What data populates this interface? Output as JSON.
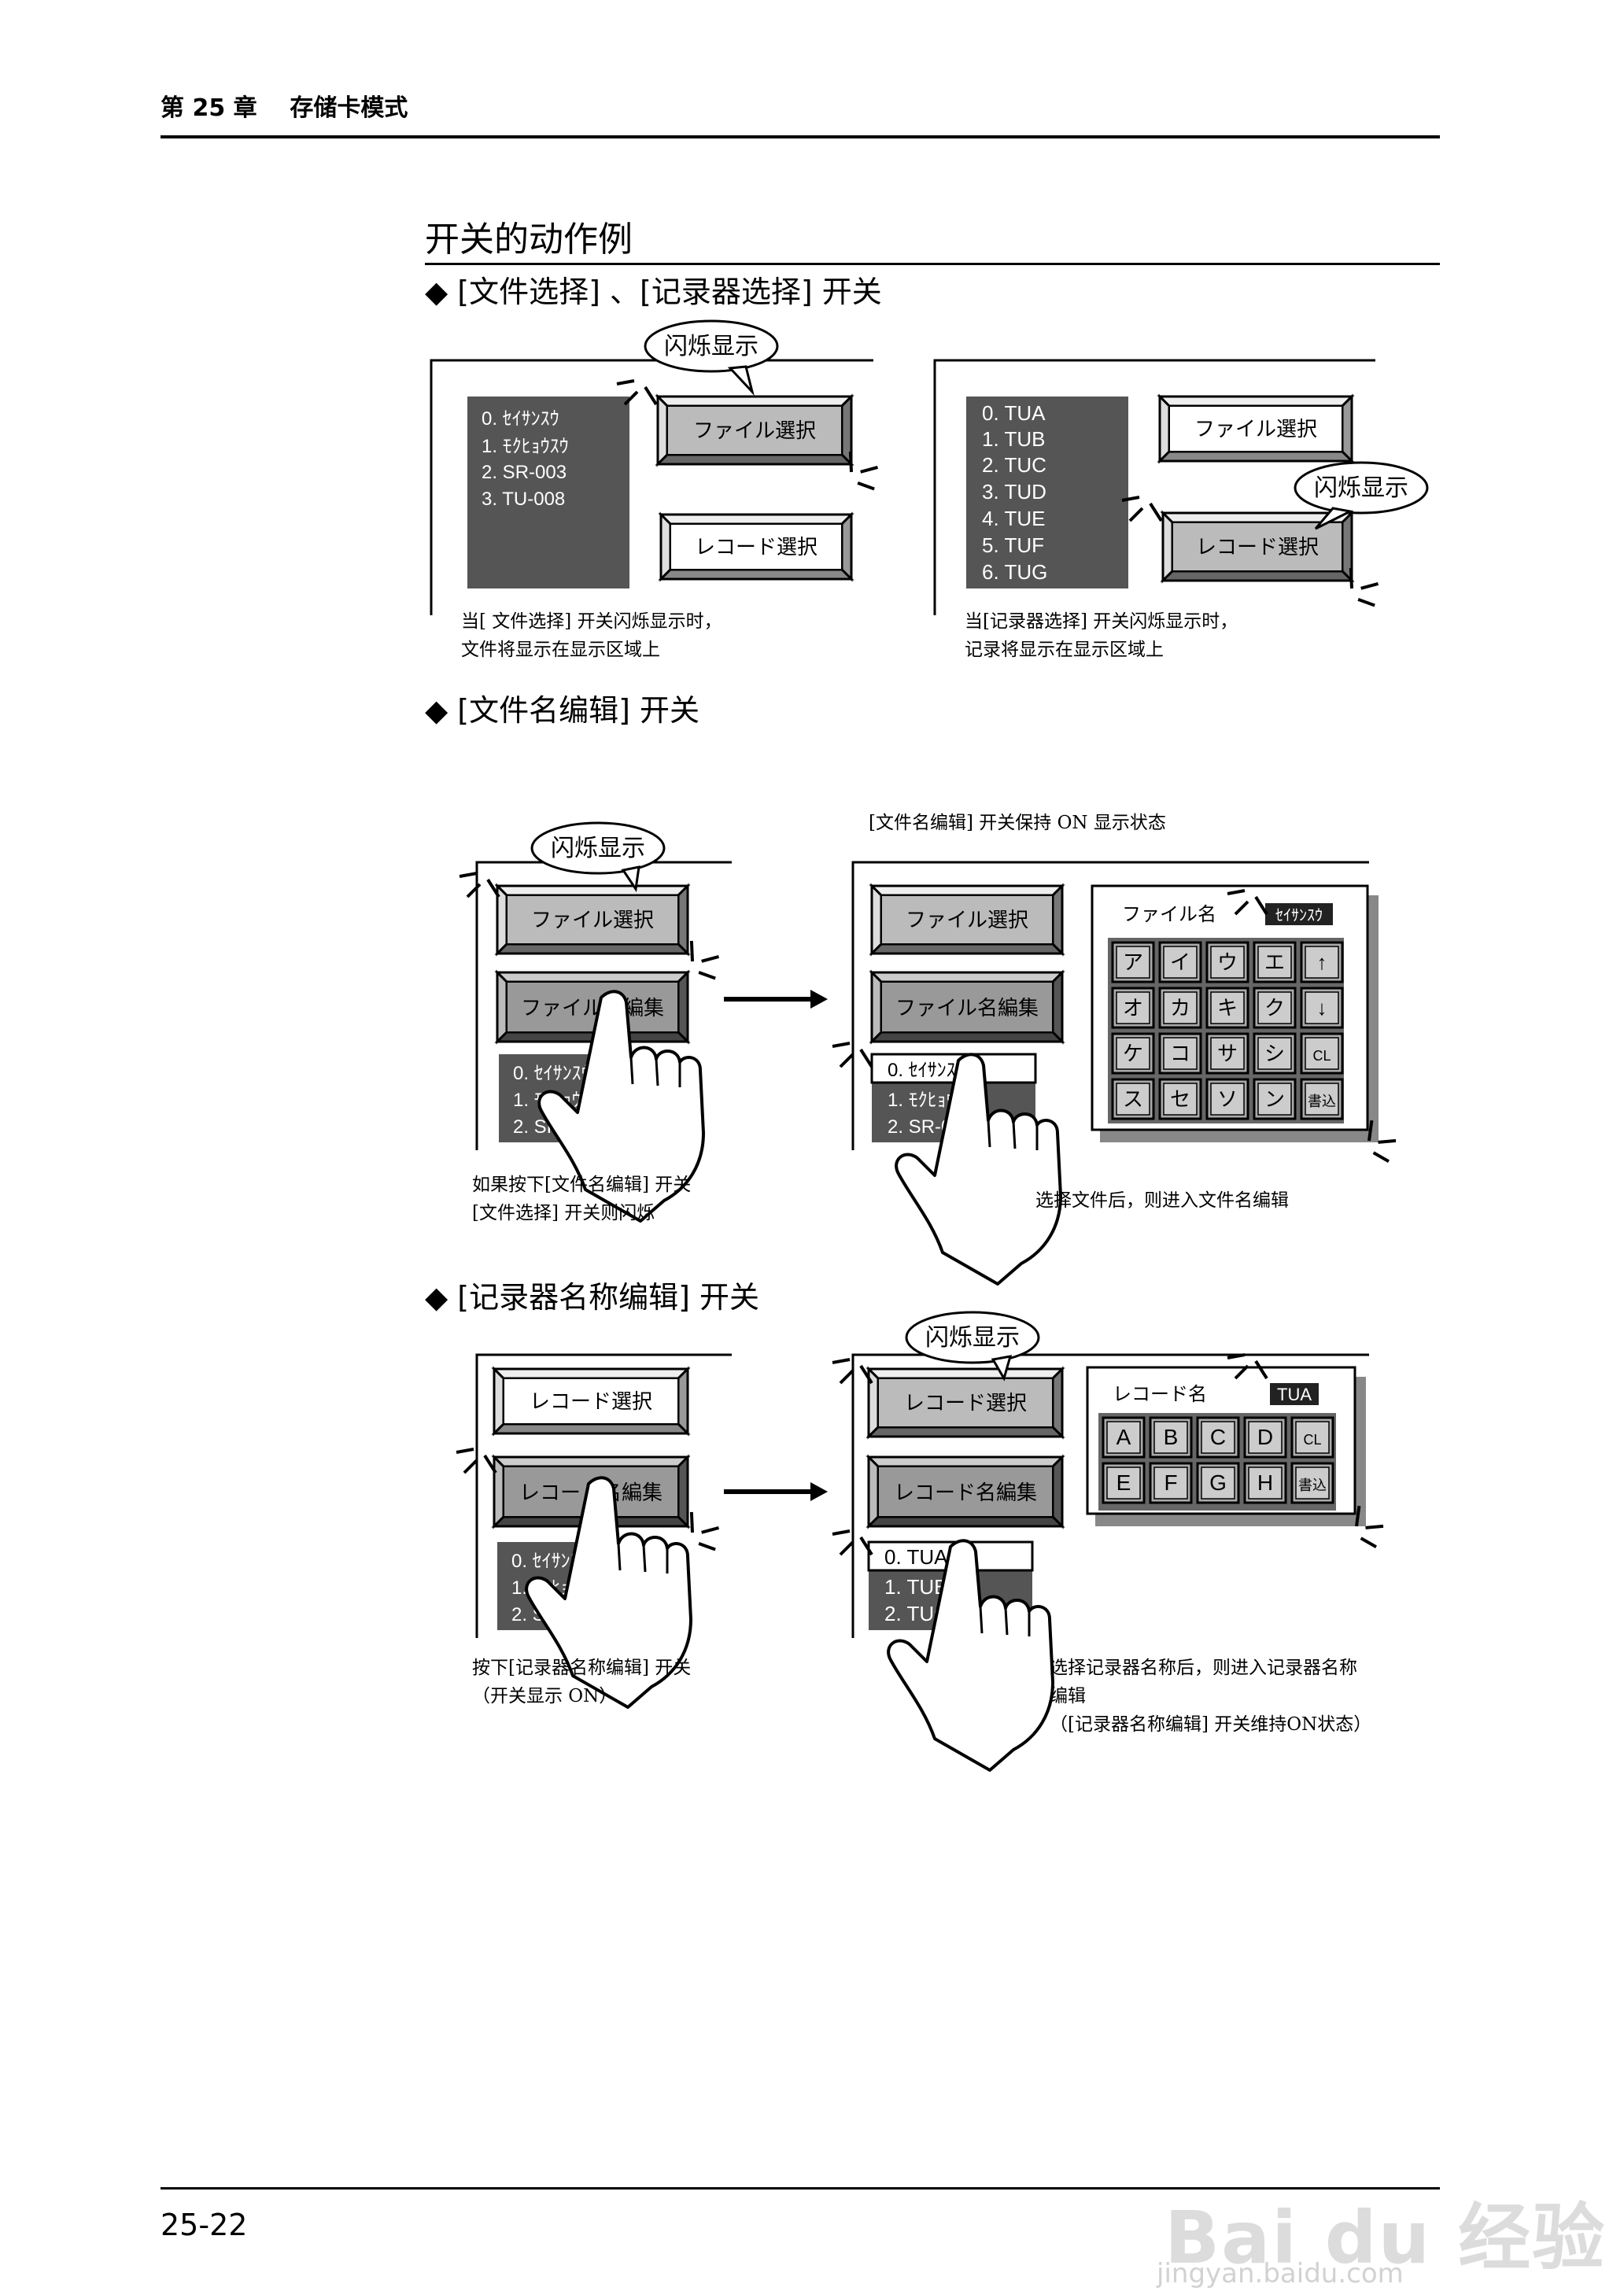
{
  "header": {
    "chapter": "第 25 章",
    "title": "存储卡模式"
  },
  "section_title": "开关的动作例",
  "subsections": {
    "s1": "◆ [文件选择] 、[记录器选择] 开关",
    "s2": "◆ [文件名编辑] 开关",
    "s3": "◆ [记录器名称编辑] 开关"
  },
  "flash_label": "闪烁显示",
  "buttons": {
    "file_select": "ファイル選択",
    "record_select": "レコード選択",
    "file_name_edit": "ファイル名編集",
    "record_name_edit": "レコード名編集"
  },
  "file_list": [
    "0. ｾｲｻﾝｽｳ",
    "1. ﾓｸﾋｮｳｽｳ",
    "2. SR-003",
    "3. TU-008"
  ],
  "record_list": [
    "0. TUA",
    "1. TUB",
    "2. TUC",
    "3. TUD",
    "4. TUE",
    "5. TUF",
    "6. TUG"
  ],
  "captions": {
    "c1": [
      "当[ 文件选择] 开关闪烁显示时，",
      "文件将显示在显示区域上"
    ],
    "c2": [
      "当[记录器选择] 开关闪烁显示时，",
      "记录将显示在显示区域上"
    ],
    "c3": "[文件名编辑] 开关保持 ON 显示状态",
    "c4": [
      "如果按下[文件名编辑] 开关",
      "[文件选择] 开关则闪烁"
    ],
    "c5": "选择文件后，则进入文件名编辑",
    "c6": [
      "按下[记录器名称编辑] 开关",
      "（开关显示 ON）"
    ],
    "c7": [
      "选择记录器名称后，则进入记录器名称",
      "编辑",
      "（[记录器名称编辑] 开关维持ON状态）"
    ]
  },
  "file_name_panel": {
    "label": "ファイル名",
    "value": "ｾｲｻﾝｽｳ",
    "keys": [
      "ア",
      "イ",
      "ウ",
      "エ",
      "↑",
      "オ",
      "カ",
      "キ",
      "ク",
      "↓",
      "ケ",
      "コ",
      "サ",
      "シ",
      "CL",
      "ス",
      "セ",
      "ソ",
      "ン",
      "書込"
    ]
  },
  "record_name_panel": {
    "label": "レコード名",
    "value": "TUA",
    "keys": [
      "A",
      "B",
      "C",
      "D",
      "CL",
      "E",
      "F",
      "G",
      "H",
      "書込"
    ]
  },
  "footer": {
    "page_number": "25-22"
  },
  "watermark": {
    "brand": "Bai du 经验",
    "url": "jingyan.baidu.com"
  }
}
